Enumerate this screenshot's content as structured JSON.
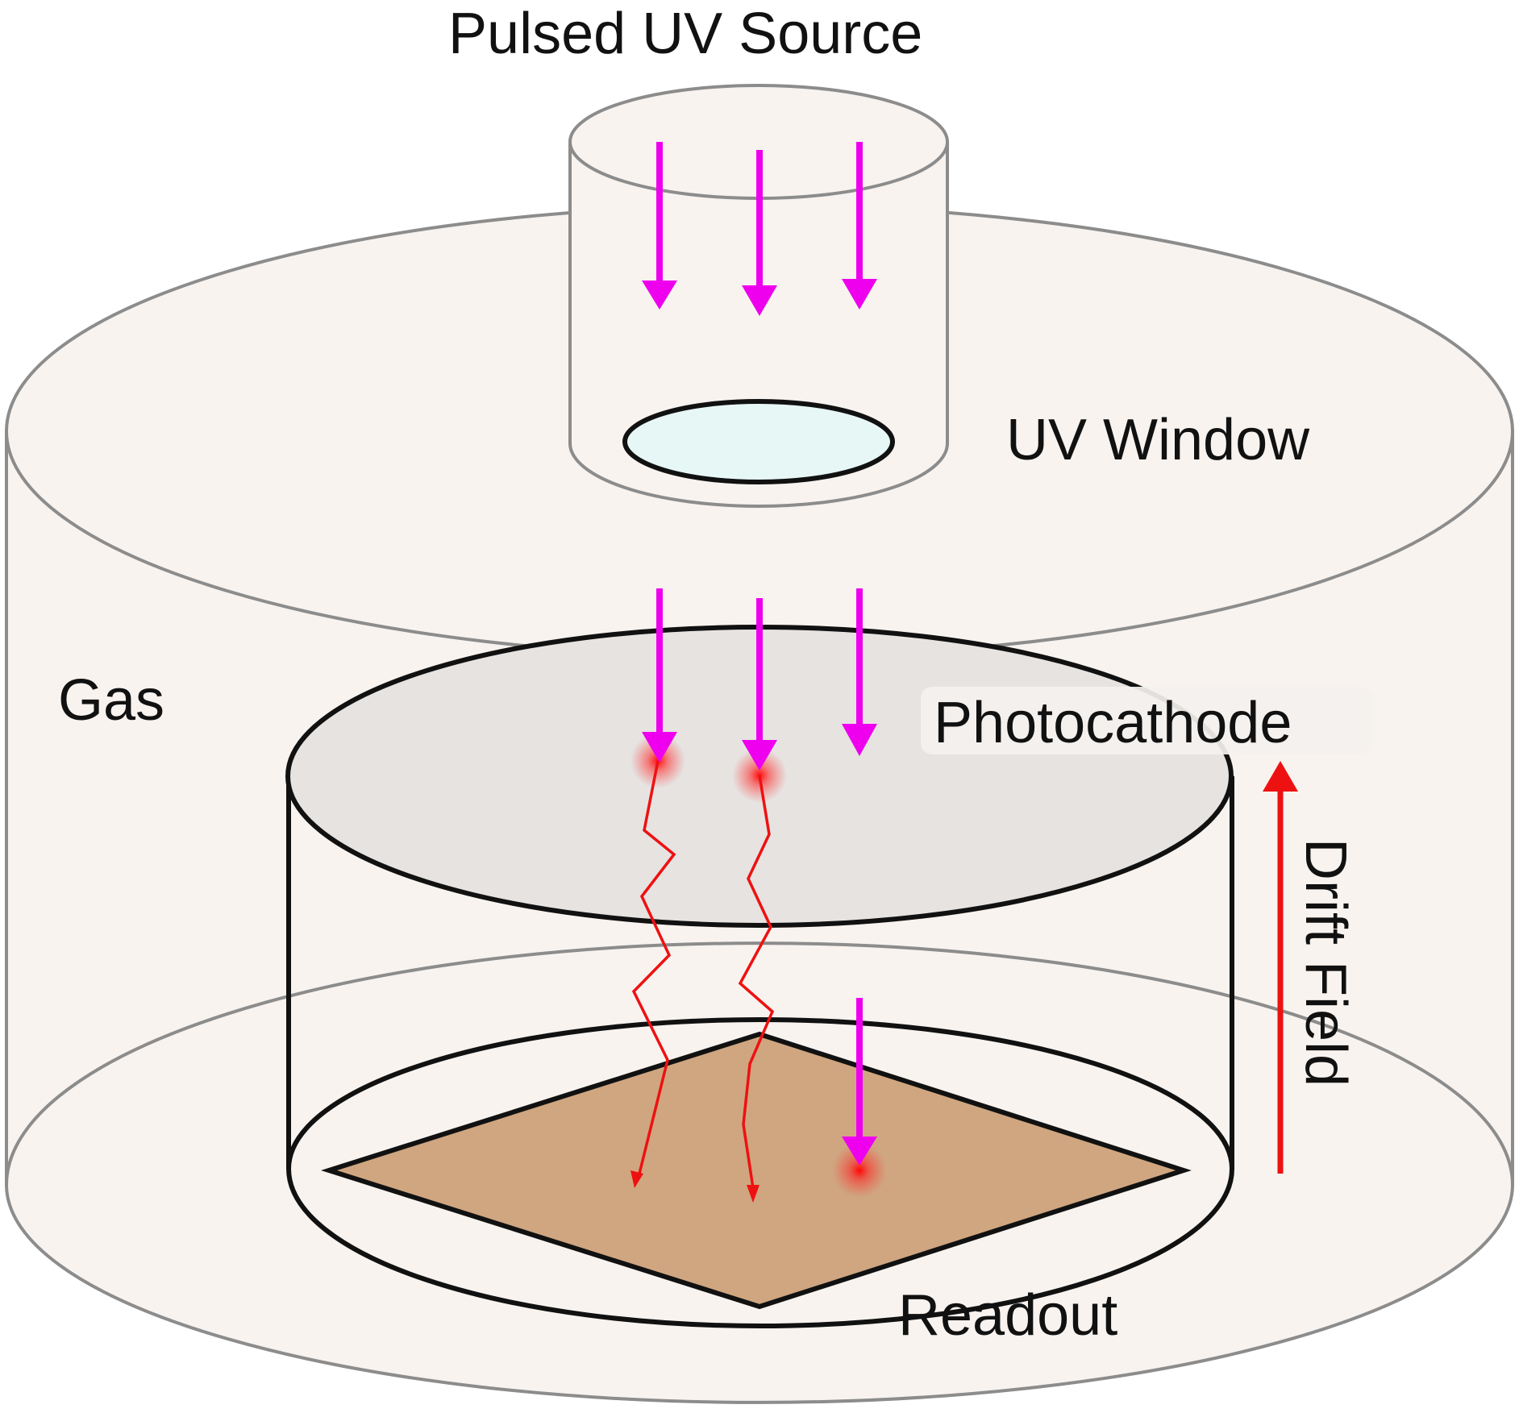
{
  "labels": {
    "source": "Pulsed UV Source",
    "window": "UV Window",
    "gas": "Gas",
    "photocathode": "Photocathode",
    "drift": "Drift Field",
    "readout": "Readout"
  },
  "colors": {
    "chamber_fill": "#f8f3ef",
    "chamber_stroke": "#8c8c8c",
    "photocathode_fill": "#e6e3e1",
    "window_fill": "#e6f7f6",
    "readout_fill": "#cfa680",
    "uv_arrow": "#ee00ee",
    "electron": "#ee1111",
    "drift_arrow": "#ee1111",
    "outline": "#111111"
  }
}
